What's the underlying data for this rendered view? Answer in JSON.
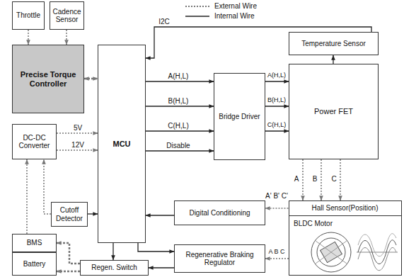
{
  "diagram": {
    "nodes": [
      {
        "text": [
          "Throttle"
        ]
      },
      {
        "text": [
          "Cadence Sensor"
        ]
      },
      {
        "text": [
          "Precise Torque Controller"
        ]
      },
      {
        "text": [
          "MCU"
        ]
      },
      {
        "text": [
          "Temperature Sensor"
        ]
      },
      {
        "text": [
          "Bridge Driver"
        ]
      },
      {
        "text": [
          "Power FET"
        ]
      },
      {
        "text": [
          "DC-DC Converter"
        ]
      },
      {
        "text": [
          "Cutoff Detector"
        ]
      },
      {
        "text": [
          "Digital Conditioning"
        ]
      },
      {
        "text": [
          "BLDC Motor"
        ]
      },
      {
        "text": [
          "Hall Sensor(Position)"
        ],
        "in": 10
      },
      {
        "text": [
          "BMS"
        ]
      },
      {
        "text": [
          "Regenerative Braking Regulator"
        ]
      },
      {
        "text": [
          "Battery"
        ]
      },
      {
        "text": [
          "Regen. Switch"
        ]
      }
    ],
    "edges": [
      {
        "from": 0,
        "to": 2,
        "arrow": "to"
      },
      {
        "from": 1,
        "to": 2,
        "arrow": "to"
      },
      {
        "from": 2,
        "to": 3,
        "arrow": "both"
      },
      {
        "from": 3,
        "to": 5,
        "label": "A(H,L)",
        "arrow": "to"
      },
      {
        "from": 3,
        "to": 5,
        "label": "B(H,L)",
        "arrow": "to"
      },
      {
        "from": 3,
        "to": 5,
        "label": "C(H,L)",
        "arrow": "to"
      },
      {
        "from": 3,
        "to": 5,
        "label": "Disable",
        "arrow": "to"
      },
      {
        "from": 5,
        "to": 6,
        "label": "A(H,L)",
        "arrow": "to"
      },
      {
        "from": 5,
        "to": 6,
        "label": "B(H,L)",
        "arrow": "to"
      },
      {
        "from": 5,
        "to": 6,
        "label": "C(H,L)",
        "arrow": "to"
      },
      {
        "from": 4,
        "to": 3,
        "label": "I2C",
        "arrow": "to"
      },
      {
        "from": 6,
        "to": 4,
        "arrow": "to"
      },
      {
        "from": 6,
        "to": 10,
        "label": "A",
        "arrow": "to"
      },
      {
        "from": 6,
        "to": 10,
        "label": "B",
        "arrow": "to"
      },
      {
        "from": 6,
        "to": 10,
        "label": "C",
        "arrow": "to"
      },
      {
        "from": 11,
        "to": 9,
        "label": "A' B' C'",
        "arrow": "to"
      },
      {
        "from": 9,
        "to": 3,
        "arrow": "to"
      },
      {
        "from": 10,
        "to": 13,
        "label": "A B C",
        "arrow": "to"
      },
      {
        "from": 3,
        "to": 13,
        "arrow": "to"
      },
      {
        "from": 13,
        "to": 15,
        "arrow": "to"
      },
      {
        "from": 3,
        "to": 15,
        "arrow": "to"
      },
      {
        "from": 8,
        "to": 3,
        "arrow": "to"
      },
      {
        "from": 8,
        "to": 7,
        "arrow": "to"
      },
      {
        "from": 12,
        "to": 7,
        "arrow": "to"
      },
      {
        "from": 7,
        "to": 3,
        "label": "5V",
        "arrow": "to"
      },
      {
        "from": 7,
        "to": 3,
        "label": "12V",
        "arrow": "to"
      },
      {
        "from": 15,
        "to": 12,
        "arrow": "to"
      },
      {
        "from": 15,
        "to": 14,
        "arrow": "to"
      }
    ],
    "legend": [
      {
        "text": "External Wire"
      },
      {
        "text": "Internal Wire"
      }
    ]
  }
}
